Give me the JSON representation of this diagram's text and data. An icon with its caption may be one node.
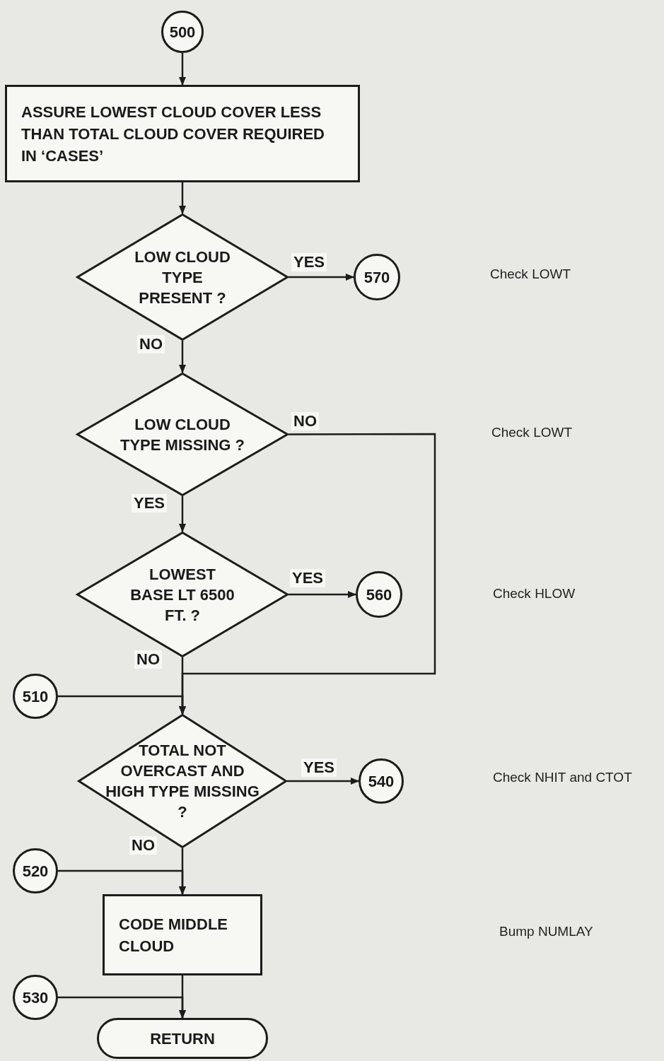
{
  "diagram": {
    "nodes": [
      {
        "text": [
          "500"
        ]
      },
      {
        "text": [
          "ASSURE LOWEST CLOUD COVER LESS THAN TOTAL CLOUD COVER REQUIRED IN ‘CASES’"
        ]
      },
      {
        "text": [
          "LOW CLOUD TYPE PRESENT ?"
        ]
      },
      {
        "text": [
          "570"
        ]
      },
      {
        "text": [
          "LOW CLOUD TYPE MISSING ?"
        ]
      },
      {
        "text": [
          "LOWEST BASE LT 6500 FT. ?"
        ]
      },
      {
        "text": [
          "560"
        ]
      },
      {
        "text": [
          "510"
        ]
      },
      {
        "text": [
          "TOTAL NOT OVERCAST AND HIGH TYPE MISSING ?"
        ]
      },
      {
        "text": [
          "540"
        ]
      },
      {
        "text": [
          "520"
        ]
      },
      {
        "text": [
          "CODE MIDDLE CLOUD"
        ]
      },
      {
        "text": [
          "530"
        ]
      },
      {
        "text": [
          "RETURN"
        ]
      }
    ],
    "edges": [
      {
        "from": 0,
        "to": 1,
        "arrow": "to"
      },
      {
        "from": 1,
        "to": 2,
        "arrow": "to"
      },
      {
        "from": 2,
        "to": 3,
        "arrow": "to",
        "label": "YES"
      },
      {
        "from": 2,
        "to": 4,
        "arrow": "to",
        "label": "NO"
      },
      {
        "from": 4,
        "to": 8,
        "arrow": "to",
        "label": "NO"
      },
      {
        "from": 4,
        "to": 5,
        "arrow": "to",
        "label": "YES"
      },
      {
        "from": 5,
        "to": 6,
        "arrow": "to",
        "label": "YES"
      },
      {
        "from": 5,
        "to": 8,
        "arrow": "to",
        "label": "NO"
      },
      {
        "from": 7,
        "to": 8,
        "arrow": "to"
      },
      {
        "from": 8,
        "to": 9,
        "arrow": "to",
        "label": "YES"
      },
      {
        "from": 8,
        "to": 11,
        "arrow": "to",
        "label": "NO"
      },
      {
        "from": 10,
        "to": 11,
        "arrow": "to"
      },
      {
        "from": 11,
        "to": 13,
        "arrow": "to"
      },
      {
        "from": 12,
        "to": 13,
        "arrow": "to"
      }
    ],
    "labels": [
      "Check LOWT",
      "Check LOWT",
      "Check HLOW",
      "Check NHIT and CTOT",
      "Bump NUMLAY"
    ]
  }
}
